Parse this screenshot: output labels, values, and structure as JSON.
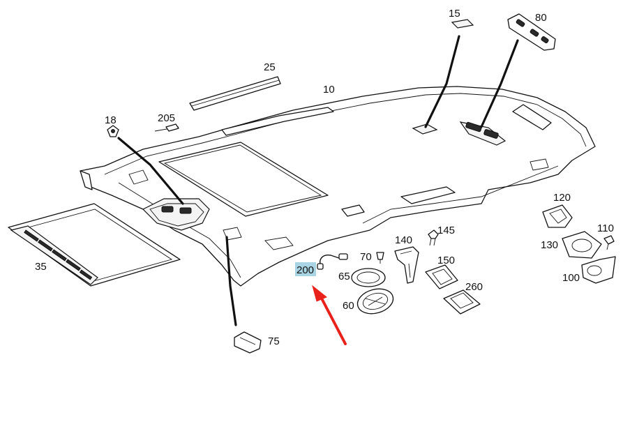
{
  "highlight_color": "#a9d4e4",
  "arrow_color": "#e8221b",
  "callouts": [
    {
      "id": "c15",
      "text": "15"
    },
    {
      "id": "c80",
      "text": "80"
    },
    {
      "id": "c25",
      "text": "25"
    },
    {
      "id": "c10",
      "text": "10"
    },
    {
      "id": "c18",
      "text": "18"
    },
    {
      "id": "c205",
      "text": "205"
    },
    {
      "id": "c35",
      "text": "35"
    },
    {
      "id": "c120",
      "text": "120"
    },
    {
      "id": "c110",
      "text": "110"
    },
    {
      "id": "c130",
      "text": "130"
    },
    {
      "id": "c100",
      "text": "100"
    },
    {
      "id": "c140",
      "text": "140"
    },
    {
      "id": "c145",
      "text": "145"
    },
    {
      "id": "c70",
      "text": "70"
    },
    {
      "id": "c150",
      "text": "150"
    },
    {
      "id": "c65",
      "text": "65"
    },
    {
      "id": "c260",
      "text": "260"
    },
    {
      "id": "c60",
      "text": "60"
    },
    {
      "id": "c200",
      "text": "200"
    },
    {
      "id": "c75",
      "text": "75"
    }
  ]
}
